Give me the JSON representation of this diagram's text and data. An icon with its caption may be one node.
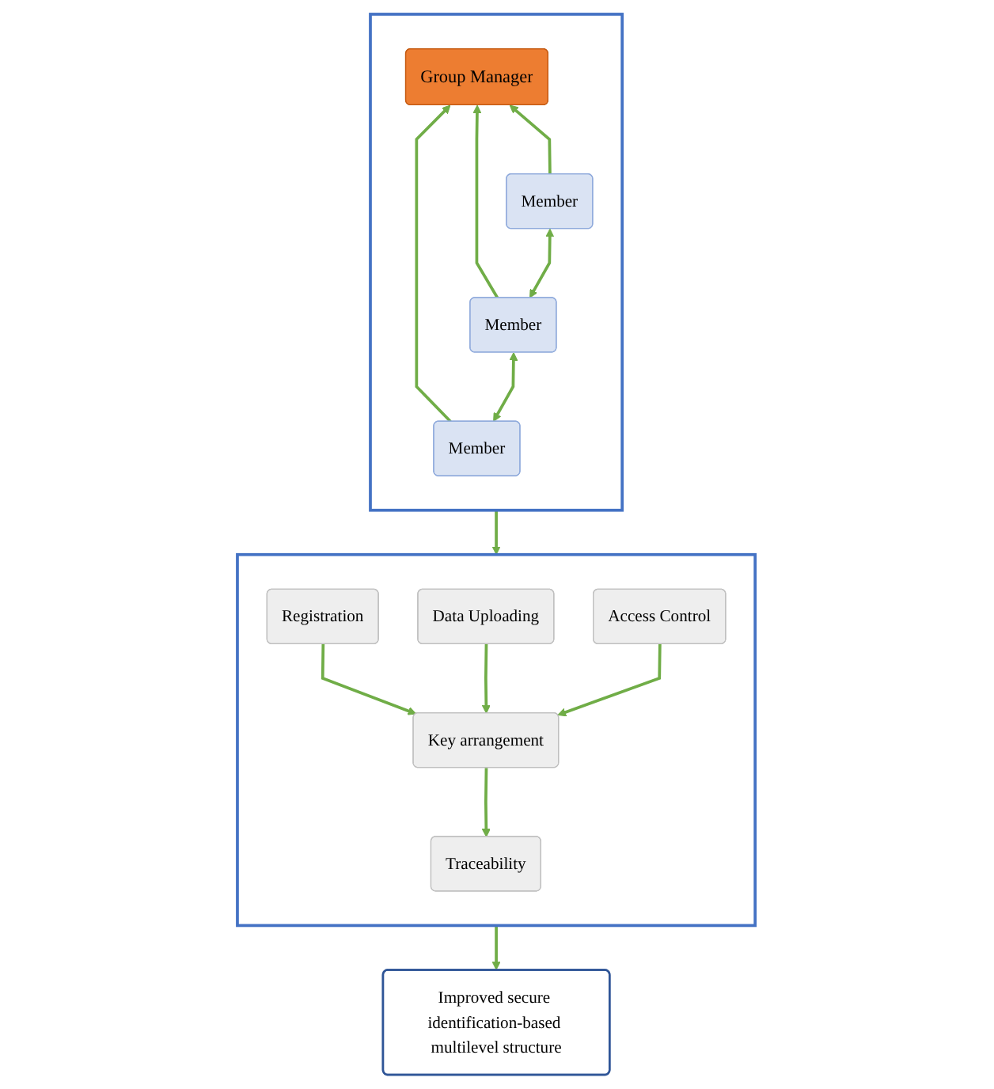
{
  "diagram": {
    "nodes": [
      {
        "text": [],
        "shape": "box"
      },
      {
        "text": [
          "Group Manager"
        ],
        "in": 0
      },
      {
        "text": [
          "Member"
        ],
        "in": 0
      },
      {
        "text": [
          "Member"
        ],
        "in": 0
      },
      {
        "text": [
          "Member"
        ],
        "in": 0
      },
      {
        "text": [],
        "shape": "box"
      },
      {
        "text": [
          "Registration"
        ],
        "in": 5
      },
      {
        "text": [
          "Key arrangement"
        ],
        "in": 5
      },
      {
        "text": [
          "Traceability"
        ],
        "in": 5
      },
      {
        "text": [
          "Data Uploading"
        ],
        "in": 5
      },
      {
        "text": [
          "Access Control"
        ],
        "in": 5
      },
      {
        "text": [
          "Improved secure identification-based multilevel structure"
        ]
      }
    ],
    "edges": [
      {
        "from": 2,
        "to": 1,
        "arrow": "to"
      },
      {
        "from": 3,
        "to": 1,
        "arrow": "to"
      },
      {
        "from": 4,
        "to": 1,
        "arrow": "to"
      },
      {
        "from": 2,
        "to": 3,
        "arrow": "both"
      },
      {
        "from": 3,
        "to": 4,
        "arrow": "both"
      },
      {
        "from": 0,
        "to": 5,
        "arrow": "to"
      },
      {
        "from": 6,
        "to": 7,
        "arrow": "to"
      },
      {
        "from": 7,
        "to": 8,
        "arrow": "to"
      },
      {
        "from": 9,
        "to": 7,
        "arrow": "to"
      },
      {
        "from": 10,
        "to": 7,
        "arrow": "to"
      },
      {
        "from": 5,
        "to": 11,
        "arrow": "to"
      }
    ]
  }
}
